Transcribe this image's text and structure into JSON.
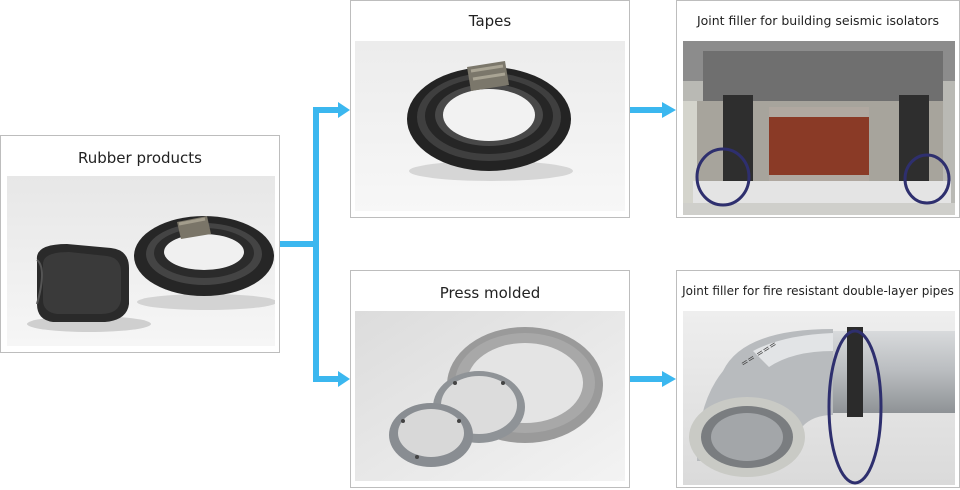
{
  "nodes": {
    "rubber": {
      "title": "Rubber products"
    },
    "tapes": {
      "title": "Tapes"
    },
    "press": {
      "title": "Press molded"
    },
    "seismic": {
      "title": "Joint filler for building seismic isolators"
    },
    "pipes": {
      "title": "Joint filler for fire resistant double-layer pipes"
    }
  },
  "colors": {
    "connector": "#3bb7ef",
    "border": "#bdbdbd",
    "highlight_circle": "#2e2f6e"
  },
  "icons": {
    "rubber_photo": "rubber-rolls-photo",
    "tapes_photo": "rubber-tape-coil-photo",
    "press_photo": "gasket-rings-photo",
    "seismic_photo": "seismic-isolator-photo",
    "pipes_photo": "pipe-elbow-photo"
  }
}
